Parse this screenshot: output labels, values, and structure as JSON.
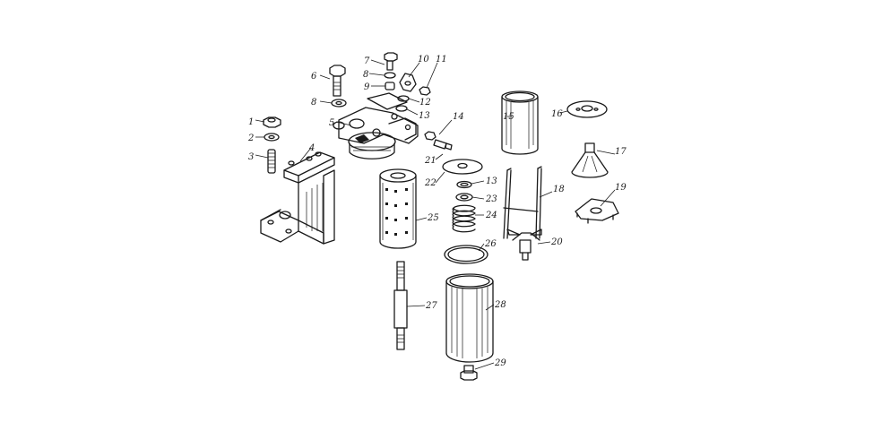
{
  "figure": {
    "labels": [
      "1",
      "2",
      "3",
      "4",
      "5",
      "6",
      "7",
      "8",
      "8",
      "9",
      "10",
      "11",
      "12",
      "13",
      "13",
      "14",
      "15",
      "16",
      "17",
      "18",
      "19",
      "20",
      "21",
      "22",
      "23",
      "24",
      "25",
      "26",
      "27",
      "28",
      "29"
    ]
  }
}
